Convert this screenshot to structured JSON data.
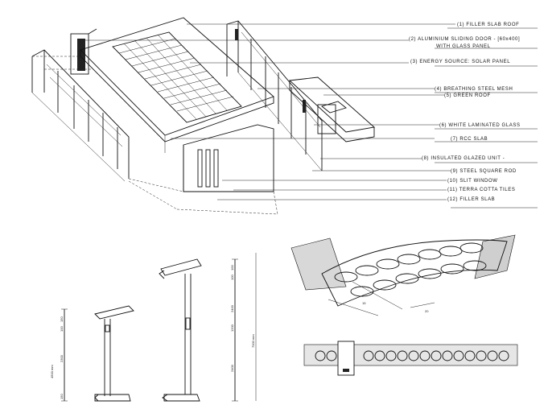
{
  "callouts": [
    {
      "num": "1",
      "text": "FILLER SLAB ROOF"
    },
    {
      "num": "2",
      "text": "ALUMINIUM SLIDING DOOR - [60x400]"
    },
    {
      "num": "",
      "text": "WITH GLASS PANEL"
    },
    {
      "num": "3",
      "text": "ENERGY SOURCE: SOLAR PANEL"
    },
    {
      "num": "4",
      "text": "BREATHING STEEL MESH"
    },
    {
      "num": "5",
      "text": "GREEN ROOF"
    },
    {
      "num": "6",
      "text": "WHITE LAMINATED GLASS"
    },
    {
      "num": "7",
      "text": "RCC SLAB"
    },
    {
      "num": "8",
      "text": "INSULATED GLAZED UNIT -"
    },
    {
      "num": "9",
      "text": "STEEL SQUARE ROD"
    },
    {
      "num": "10",
      "text": "SLIT WINDOW"
    },
    {
      "num": "11",
      "text": "TERRA COTTA TILES"
    },
    {
      "num": "12",
      "text": "FILLER SLAB"
    }
  ],
  "section_a": {
    "total_dim": "4500 mm",
    "dims": [
      "150",
      "100",
      "2300",
      "150"
    ]
  },
  "section_b": {
    "dims": [
      "100",
      "100",
      "2400",
      "1200",
      "2400"
    ],
    "total_dim": "7000 mm"
  },
  "filler_dims": [
    "15",
    "20"
  ]
}
